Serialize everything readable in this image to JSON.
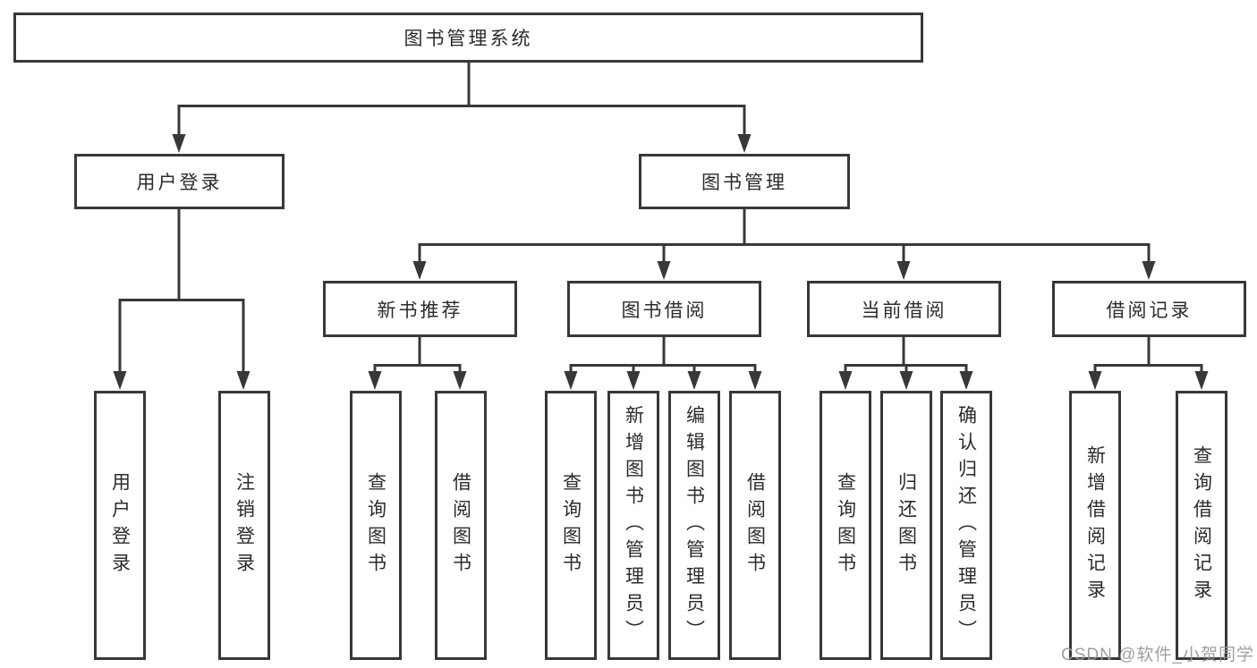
{
  "tree": {
    "label": "图书管理系统",
    "children": [
      {
        "label": "用户登录",
        "children": [
          {
            "label": "用户登录"
          },
          {
            "label": "注销登录"
          }
        ]
      },
      {
        "label": "图书管理",
        "children": [
          {
            "label": "新书推荐",
            "children": [
              {
                "label": "查询图书"
              },
              {
                "label": "借阅图书"
              }
            ]
          },
          {
            "label": "图书借阅",
            "children": [
              {
                "label": "查询图书"
              },
              {
                "label": "新增图书（管理员）"
              },
              {
                "label": "编辑图书（管理员）"
              },
              {
                "label": "借阅图书"
              }
            ]
          },
          {
            "label": "当前借阅",
            "children": [
              {
                "label": "查询图书"
              },
              {
                "label": "归还图书"
              },
              {
                "label": "确认归还（管理员）"
              }
            ]
          },
          {
            "label": "借阅记录",
            "children": [
              {
                "label": "新增借阅记录"
              },
              {
                "label": "查询借阅记录"
              }
            ]
          }
        ]
      }
    ]
  },
  "watermark": {
    "text": "CSDN @软件_小贺同学"
  },
  "colors": {
    "line": "#383838",
    "text": "#2b2b2b",
    "watermark": "#989898",
    "background": "#ffffff"
  }
}
